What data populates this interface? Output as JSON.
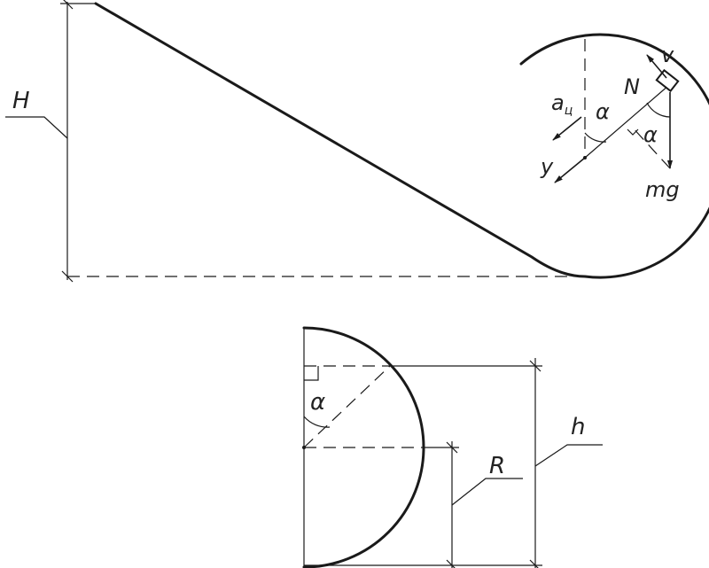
{
  "labels": {
    "H": "H",
    "v": "v",
    "N": "N",
    "a_c": "a",
    "a_c_sub": "ц",
    "alpha_top": "α",
    "alpha_right": "α",
    "y": "y",
    "mg": "mg",
    "alpha_bottom": "α",
    "R": "R",
    "h": "h"
  }
}
